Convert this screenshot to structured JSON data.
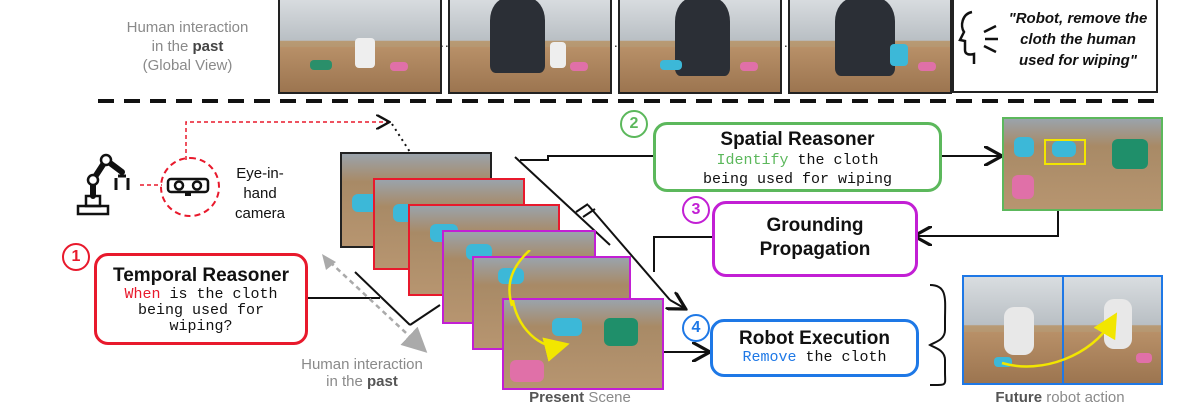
{
  "past": {
    "line1": "Human interaction",
    "line2_prefix": "in the ",
    "line2_bold": "past",
    "line3": "(Global View)"
  },
  "quote": {
    "line1": "\"Robot, remove the",
    "line2": "cloth the human",
    "line3": "used for wiping\""
  },
  "camera": {
    "line1": "Eye-in-hand",
    "line2": "camera"
  },
  "spatial": {
    "number": "2",
    "title": "Spatial Reasoner",
    "keyword": "Identify",
    "line1_rest": " the cloth",
    "line2": "being used for wiping"
  },
  "grounding": {
    "number": "3",
    "line1": "Grounding",
    "line2": "Propagation"
  },
  "temporal": {
    "number": "1",
    "title": "Temporal Reasoner",
    "keyword": "When",
    "line1_rest": " is the cloth",
    "line2": "being used for",
    "line3": "wiping?"
  },
  "execution": {
    "number": "4",
    "title": "Robot Execution",
    "keyword": "Remove",
    "line1_rest": " the cloth"
  },
  "past_bottom": {
    "line1": "Human interaction",
    "line2_prefix": "in the ",
    "line2_bold": "past"
  },
  "present": {
    "bold": "Present",
    "rest": " Scene"
  },
  "future": {
    "bold": "Future",
    "rest": " robot action"
  },
  "colors": {
    "red": "#e8192c",
    "green": "#5cb85c",
    "purple": "#c21fd4",
    "blue": "#1e78e6",
    "yellow": "#f2e600",
    "gray": "#8a8a8a"
  }
}
